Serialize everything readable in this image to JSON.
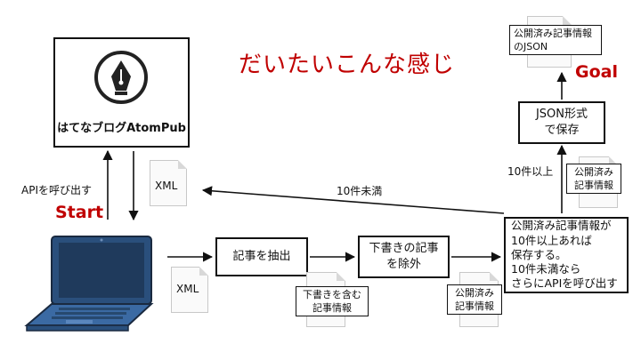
{
  "title": "だいたいこんな感じ",
  "hatena_box_label": "はてなブログAtomPub",
  "start_label": "Start",
  "goal_label": "Goal",
  "api_call_label": "APIを呼び出す",
  "xml_label_top": "XML",
  "xml_label_bottom": "XML",
  "extract_box": "記事を抽出",
  "exclude_draft_box": "下書きの記事\nを除外",
  "draft_info_doc": "下書きを含む\n記事情報",
  "published_info_doc_1": "公開済み\n記事情報",
  "published_info_doc_2": "公開済み\n記事情報",
  "decision_box": "公開済み記事情報が\n10件以上あれば\n保存する。\n10件未満なら\nさらにAPIを呼び出す",
  "under_10_label": "10件未満",
  "over_10_label": "10件以上",
  "save_json_box": "JSON形式\nで保存",
  "json_output_doc": "公開済み記事情報\nのJSON",
  "colors": {
    "accent_red": "#c00000",
    "laptop_blue": "#2a4f7c",
    "laptop_screen": "#1f3a5c"
  }
}
